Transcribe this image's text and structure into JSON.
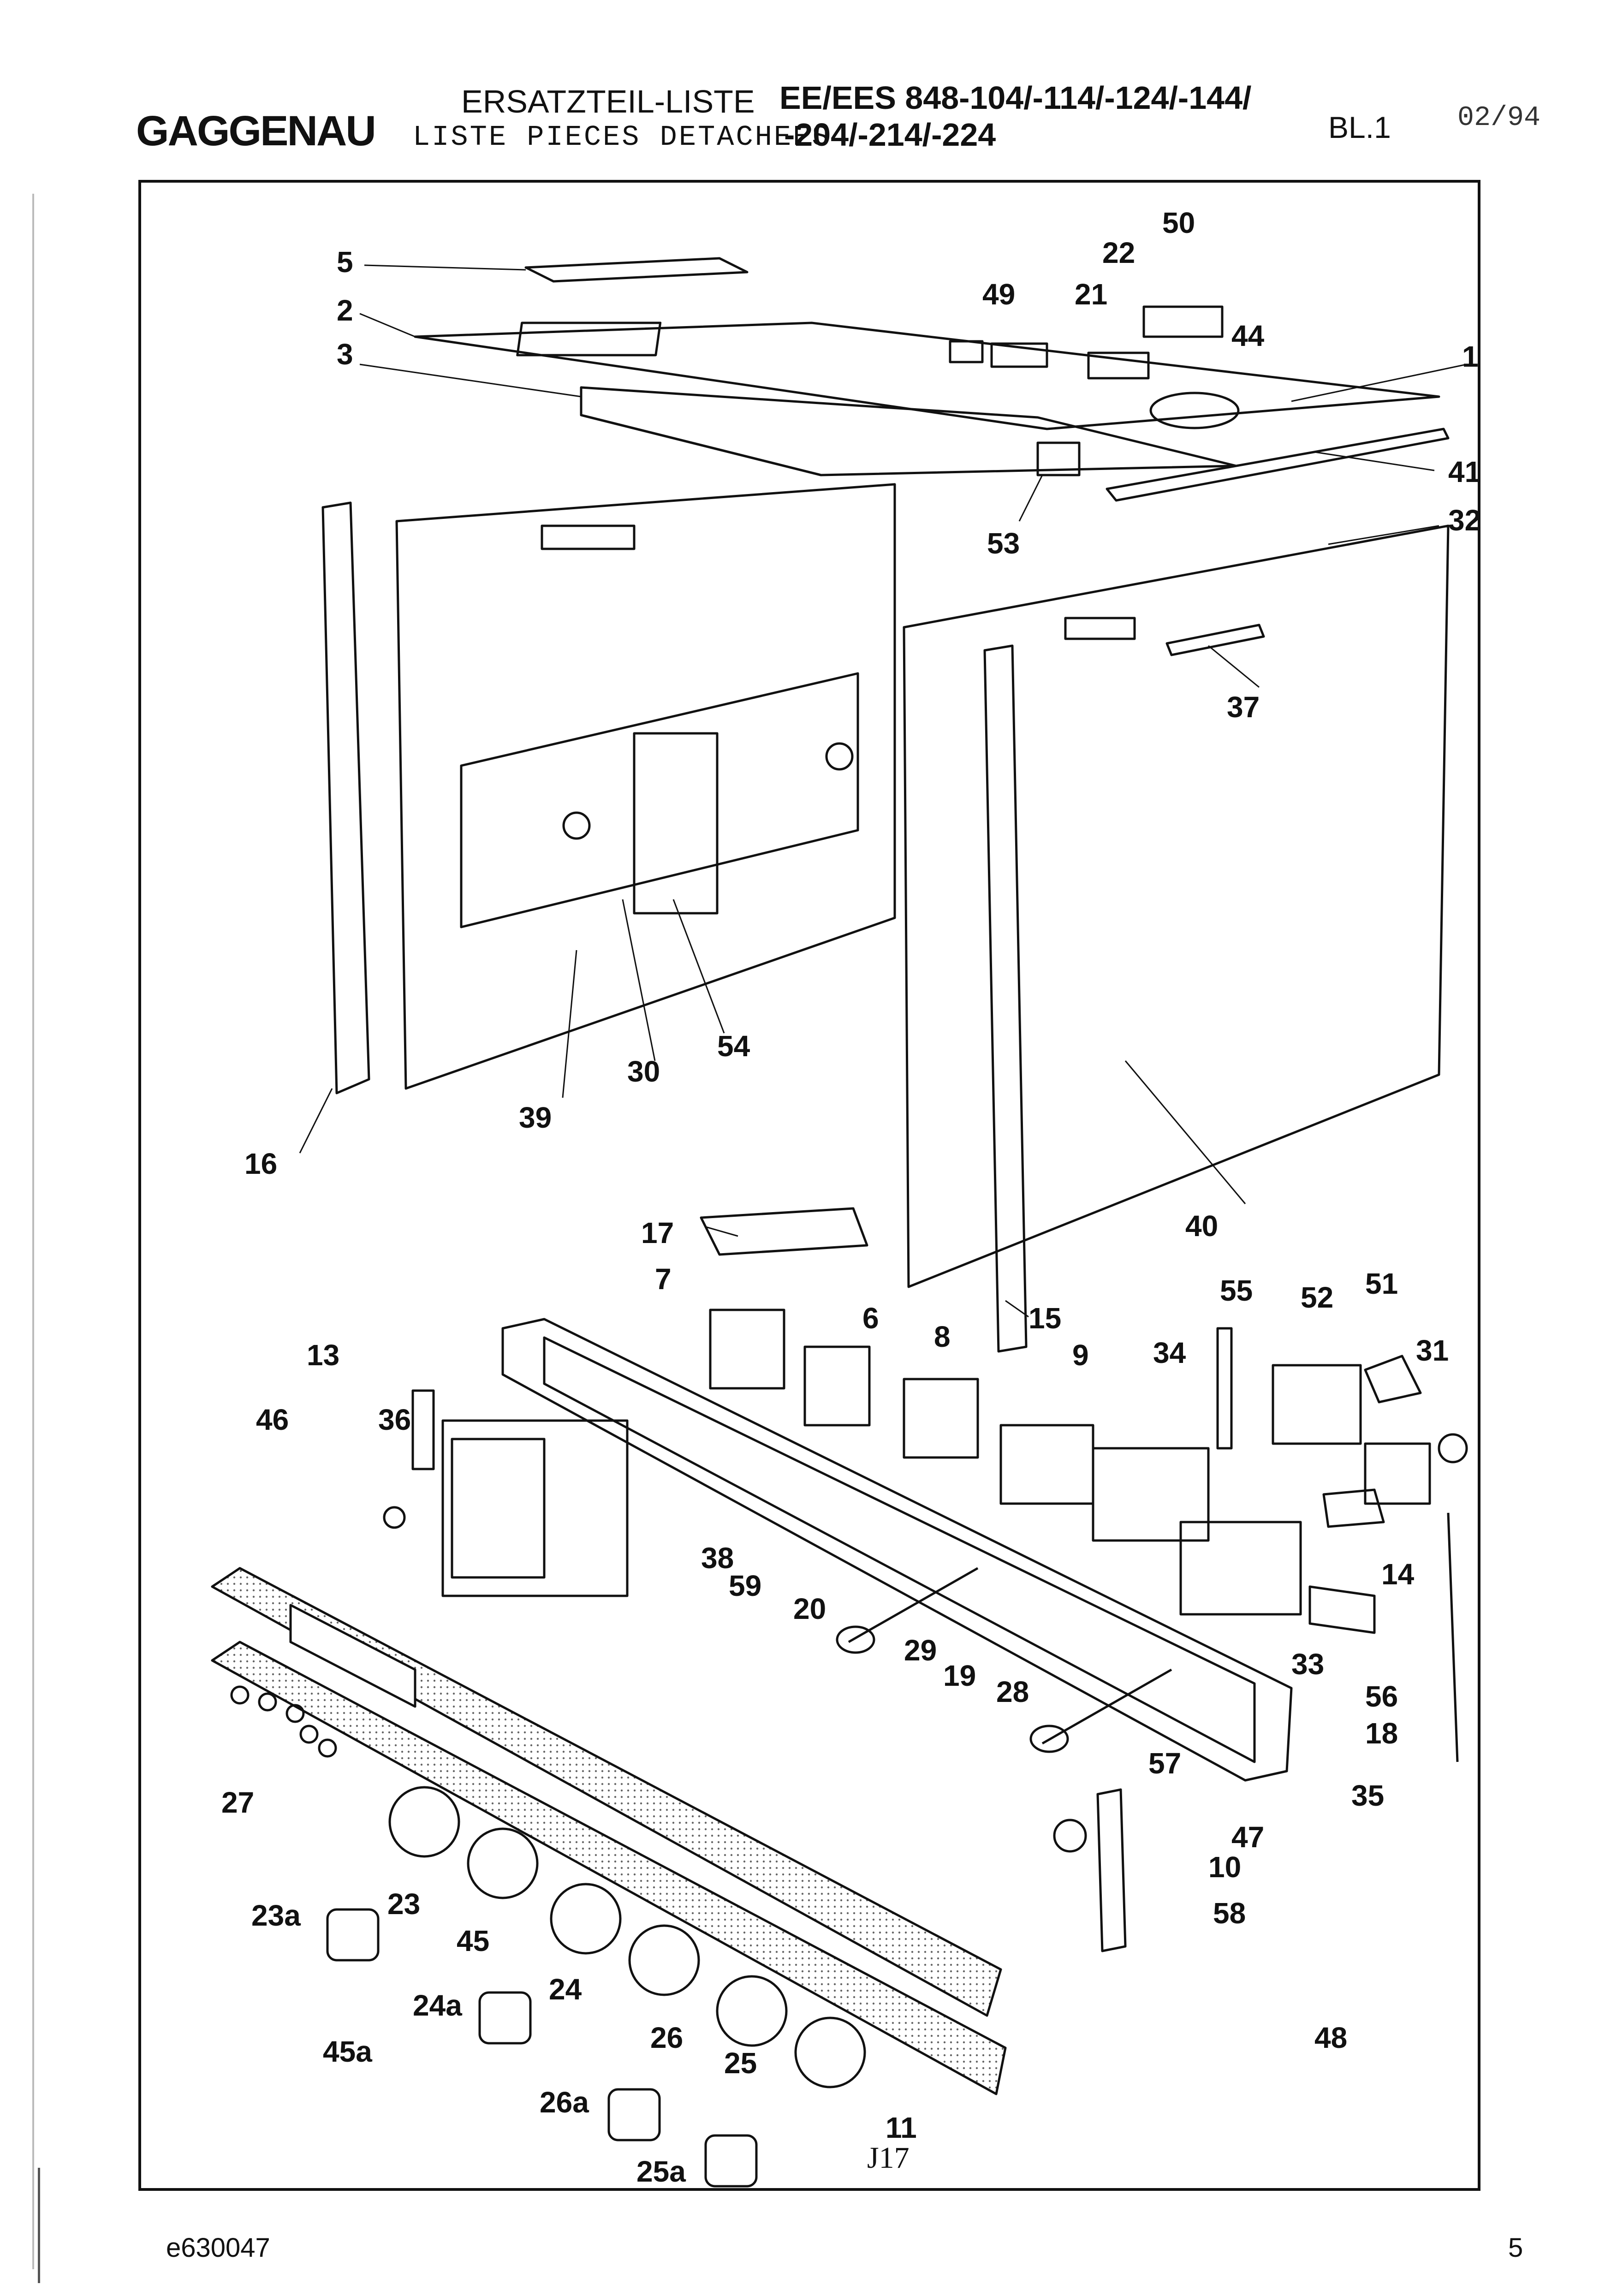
{
  "header": {
    "brand": "GAGGENAU",
    "title_de": "ERSATZTEIL-LISTE",
    "title_fr": "LISTE PIECES DETACHEES",
    "model_line1": "EE/EES 848-104/-114/-124/-144/",
    "model_line2": "-204/-214/-224",
    "sheet": "BL.1",
    "date": "02/94"
  },
  "diagram_code": "J17",
  "footer": {
    "doc_number": "e630047",
    "page_number": "5"
  },
  "part_labels": [
    {
      "id": "p1",
      "text": "1"
    },
    {
      "id": "p2",
      "text": "2"
    },
    {
      "id": "p3",
      "text": "3"
    },
    {
      "id": "p5",
      "text": "5"
    },
    {
      "id": "p6",
      "text": "6"
    },
    {
      "id": "p7",
      "text": "7"
    },
    {
      "id": "p8",
      "text": "8"
    },
    {
      "id": "p9",
      "text": "9"
    },
    {
      "id": "p10",
      "text": "10"
    },
    {
      "id": "p11",
      "text": "11"
    },
    {
      "id": "p13",
      "text": "13"
    },
    {
      "id": "p14",
      "text": "14"
    },
    {
      "id": "p15",
      "text": "15"
    },
    {
      "id": "p16",
      "text": "16"
    },
    {
      "id": "p17",
      "text": "17"
    },
    {
      "id": "p18",
      "text": "18"
    },
    {
      "id": "p19",
      "text": "19"
    },
    {
      "id": "p20",
      "text": "20"
    },
    {
      "id": "p21",
      "text": "21"
    },
    {
      "id": "p22",
      "text": "22"
    },
    {
      "id": "p23",
      "text": "23"
    },
    {
      "id": "p23a",
      "text": "23a"
    },
    {
      "id": "p24",
      "text": "24"
    },
    {
      "id": "p24a",
      "text": "24a"
    },
    {
      "id": "p25",
      "text": "25"
    },
    {
      "id": "p25a",
      "text": "25a"
    },
    {
      "id": "p26",
      "text": "26"
    },
    {
      "id": "p26a",
      "text": "26a"
    },
    {
      "id": "p27",
      "text": "27"
    },
    {
      "id": "p28",
      "text": "28"
    },
    {
      "id": "p29",
      "text": "29"
    },
    {
      "id": "p30",
      "text": "30"
    },
    {
      "id": "p31",
      "text": "31"
    },
    {
      "id": "p32",
      "text": "32"
    },
    {
      "id": "p33",
      "text": "33"
    },
    {
      "id": "p34",
      "text": "34"
    },
    {
      "id": "p35",
      "text": "35"
    },
    {
      "id": "p36",
      "text": "36"
    },
    {
      "id": "p37",
      "text": "37"
    },
    {
      "id": "p38",
      "text": "38"
    },
    {
      "id": "p39",
      "text": "39"
    },
    {
      "id": "p40",
      "text": "40"
    },
    {
      "id": "p41",
      "text": "41"
    },
    {
      "id": "p44",
      "text": "44"
    },
    {
      "id": "p45",
      "text": "45"
    },
    {
      "id": "p45a",
      "text": "45a"
    },
    {
      "id": "p46",
      "text": "46"
    },
    {
      "id": "p47",
      "text": "47"
    },
    {
      "id": "p48",
      "text": "48"
    },
    {
      "id": "p49",
      "text": "49"
    },
    {
      "id": "p50",
      "text": "50"
    },
    {
      "id": "p51",
      "text": "51"
    },
    {
      "id": "p52",
      "text": "52"
    },
    {
      "id": "p53",
      "text": "53"
    },
    {
      "id": "p54",
      "text": "54"
    },
    {
      "id": "p55",
      "text": "55"
    },
    {
      "id": "p56",
      "text": "56"
    },
    {
      "id": "p57",
      "text": "57"
    },
    {
      "id": "p58",
      "text": "58"
    },
    {
      "id": "p59",
      "text": "59"
    }
  ]
}
